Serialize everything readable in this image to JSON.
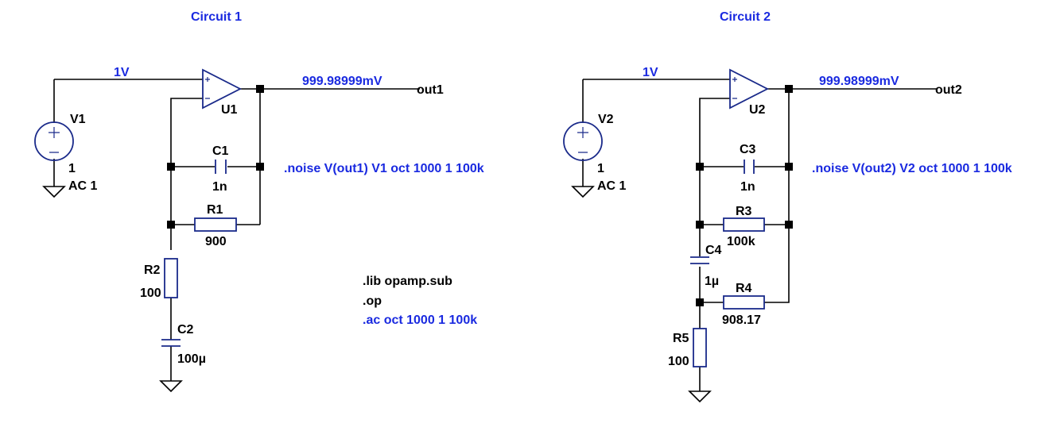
{
  "circuit1": {
    "title": "Circuit 1",
    "source": {
      "name": "V1",
      "dc": "1",
      "ac": "AC 1"
    },
    "node_in": "1V",
    "opamp": "U1",
    "node_out_value": "999.98999mV",
    "out_label": "out1",
    "C1": {
      "name": "C1",
      "value": "1n"
    },
    "R1": {
      "name": "R1",
      "value": "900"
    },
    "R2": {
      "name": "R2",
      "value": "100"
    },
    "C2": {
      "name": "C2",
      "value": "100µ"
    },
    "noise_directive": ".noise V(out1) V1 oct 1000 1 100k",
    "directives": {
      "lib": ".lib opamp.sub",
      "op": ".op",
      "ac": ".ac oct 1000 1 100k"
    }
  },
  "circuit2": {
    "title": "Circuit 2",
    "source": {
      "name": "V2",
      "dc": "1",
      "ac": "AC 1"
    },
    "node_in": "1V",
    "opamp": "U2",
    "node_out_value": "999.98999mV",
    "out_label": "out2",
    "C3": {
      "name": "C3",
      "value": "1n"
    },
    "R3": {
      "name": "R3",
      "value": "100k"
    },
    "C4": {
      "name": "C4",
      "value": "1µ"
    },
    "R4": {
      "name": "R4",
      "value": "908.17"
    },
    "R5": {
      "name": "R5",
      "value": "100"
    },
    "noise_directive": ".noise V(out2) V2 oct 1000 1 100k"
  },
  "colors": {
    "component": "#1a2a8a",
    "annotation": "#1a2ae0",
    "wire": "#000000"
  }
}
